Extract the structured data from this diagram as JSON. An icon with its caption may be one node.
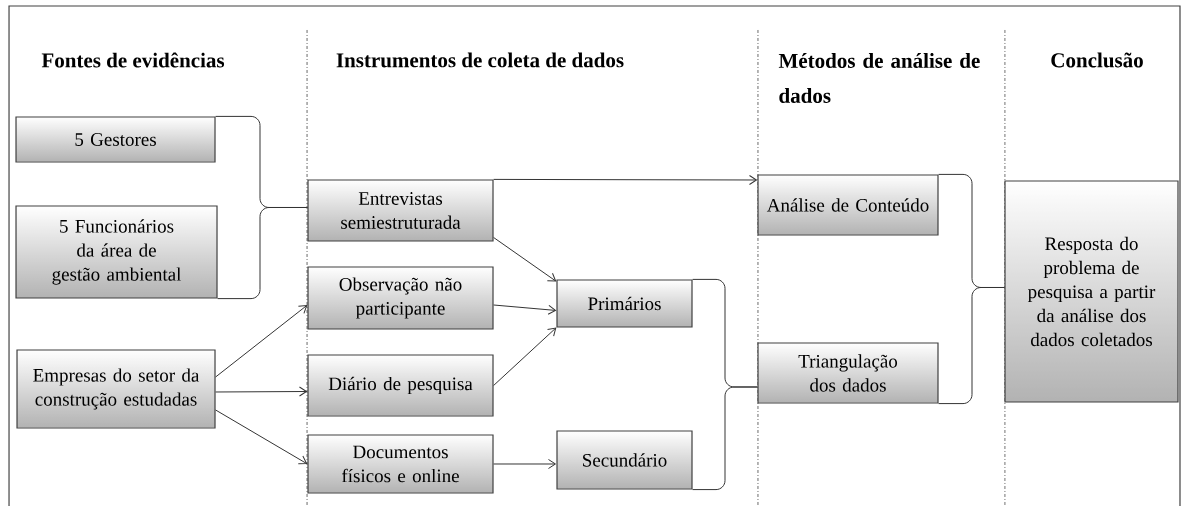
{
  "diagram": {
    "nodes": [
      {
        "text": [
          "5 Gestores"
        ]
      },
      {
        "text": [
          "5 Funcionários da área de gestão ambiental"
        ]
      },
      {
        "text": [
          "Empresas do setor da construção estudadas"
        ]
      },
      {
        "text": [
          "Entrevistas semiestruturada"
        ]
      },
      {
        "text": [
          "Observação não participante"
        ]
      },
      {
        "text": [
          "Diário de pesquisa"
        ]
      },
      {
        "text": [
          "Documentos físicos e online"
        ]
      },
      {
        "text": [
          "Primários"
        ]
      },
      {
        "text": [
          "Secundário"
        ]
      },
      {
        "text": [
          "Análise de Conteúdo"
        ]
      },
      {
        "text": [
          "Triangulação dos dados"
        ]
      },
      {
        "text": [
          "Resposta do problema de pesquisa a partir da análise dos dados coletados"
        ]
      }
    ],
    "edges": [
      {
        "from": 0,
        "to": 3,
        "arrow": "none"
      },
      {
        "from": 1,
        "to": 3,
        "arrow": "none"
      },
      {
        "from": 3,
        "to": 9,
        "arrow": "to"
      },
      {
        "from": 2,
        "to": 4,
        "arrow": "to"
      },
      {
        "from": 2,
        "to": 5,
        "arrow": "to"
      },
      {
        "from": 2,
        "to": 6,
        "arrow": "to"
      },
      {
        "from": 3,
        "to": 7,
        "arrow": "to"
      },
      {
        "from": 4,
        "to": 7,
        "arrow": "to"
      },
      {
        "from": 5,
        "to": 7,
        "arrow": "to"
      },
      {
        "from": 6,
        "to": 8,
        "arrow": "to"
      },
      {
        "from": 7,
        "to": 10,
        "arrow": "none"
      },
      {
        "from": 8,
        "to": 10,
        "arrow": "none"
      },
      {
        "from": 9,
        "to": 11,
        "arrow": "none"
      },
      {
        "from": 10,
        "to": 11,
        "arrow": "none"
      }
    ],
    "labels": [
      "Fontes de evidências",
      "Instrumentos de coleta de dados",
      "Métodos de análise de dados",
      "Conclusão"
    ]
  }
}
